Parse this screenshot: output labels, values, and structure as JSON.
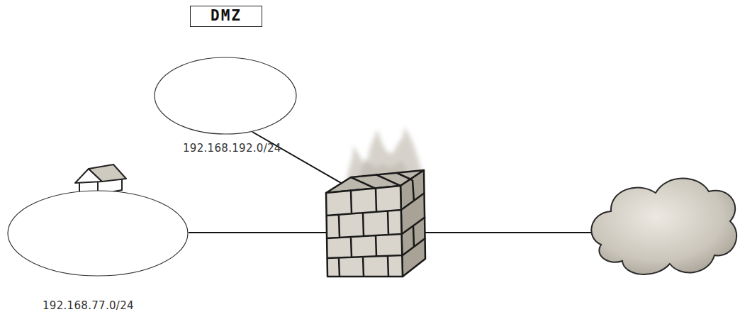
{
  "diagram": {
    "nodes": [
      {
        "text": [
          "DMZ",
          "192.168.192.0/24"
        ]
      },
      {
        "text": [
          "192.168.77.0/24"
        ]
      }
    ]
  }
}
